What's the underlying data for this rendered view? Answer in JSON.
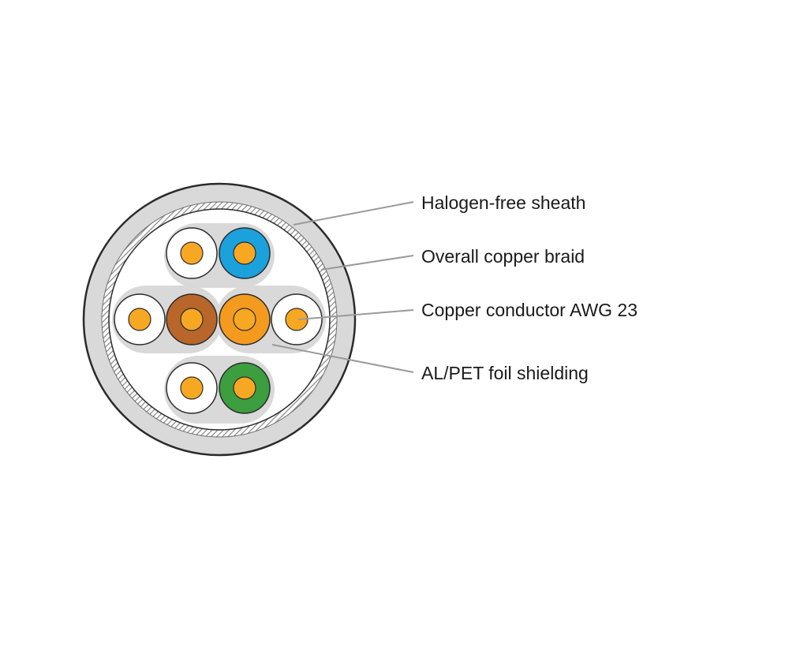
{
  "labels": {
    "sheath": "Halogen-free sheath",
    "braid": "Overall copper braid",
    "conductor": "Copper conductor AWG 23",
    "foil": "AL/PET foil shielding"
  },
  "colors": {
    "sheath": "#d9d9da",
    "outline": "#2b2b2b",
    "braid": "#9b9b9b",
    "inner_fill": "#ffffff",
    "pair_foil": "#d9d9da",
    "copper": "#f7a823",
    "insulation_white": "#ffffff",
    "insulation_blue": "#1ba1dc",
    "insulation_brown": "#b8662a",
    "insulation_orange": "#f39a1f",
    "insulation_green": "#3c9e3f",
    "leader": "#9a9a9a"
  },
  "pairs": [
    {
      "name": "blue-pair",
      "wires": [
        "white",
        "blue"
      ]
    },
    {
      "name": "brown-pair",
      "wires": [
        "white",
        "brown"
      ]
    },
    {
      "name": "orange-pair",
      "wires": [
        "orange",
        "white"
      ]
    },
    {
      "name": "green-pair",
      "wires": [
        "white",
        "green"
      ]
    }
  ]
}
